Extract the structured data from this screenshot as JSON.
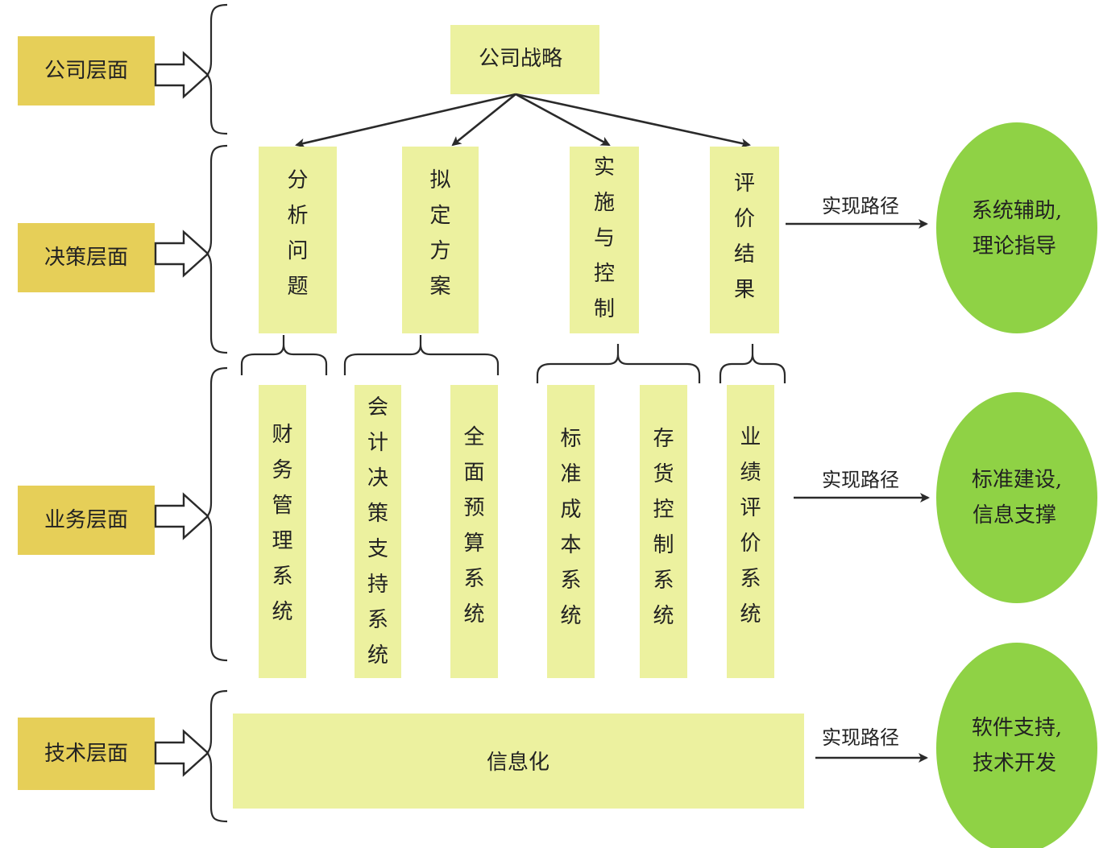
{
  "levels": {
    "company": "公司层面",
    "decision": "决策层面",
    "business": "业务层面",
    "technical": "技术层面"
  },
  "strategy": "公司战略",
  "decision_steps": [
    "分析问题",
    "拟定方案",
    "实施与控制",
    "评价结果"
  ],
  "business_systems": [
    "财务管理系统",
    "会计决策支持系统",
    "全面预算系统",
    "标准成本系统",
    "存货控制系统",
    "业绩评价系统"
  ],
  "technical_box": "信息化",
  "path_label": "实现路径",
  "outcomes": [
    {
      "line1": "系统辅助,",
      "line2": "理论指导"
    },
    {
      "line1": "标准建设,",
      "line2": "信息支撑"
    },
    {
      "line1": "软件支持,",
      "line2": "技术开发"
    }
  ],
  "colors": {
    "level_box": "#e6cf58",
    "content_box": "#ecf19f",
    "outcome_ellipse": "#8fd245",
    "line": "#2a2a2a"
  }
}
